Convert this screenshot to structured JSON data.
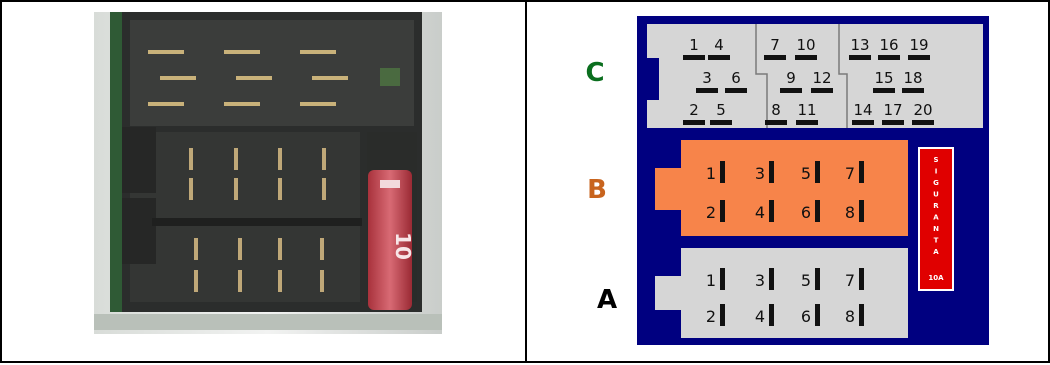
{
  "photo": {
    "fuse_label": "10"
  },
  "diagram": {
    "section_labels": {
      "c": "C",
      "b": "B",
      "a": "A"
    },
    "colors": {
      "housing": "#000080",
      "block_c": "#d6d6d6",
      "block_b": "#f7844a",
      "block_a": "#d6d6d6",
      "fuse_box": "#e00000",
      "label_c": "#0a6e1e",
      "label_b": "#c8641e",
      "label_a": "#000000"
    },
    "c_numbers": {
      "top": [
        "1",
        "4",
        "7",
        "10",
        "13",
        "16",
        "19"
      ],
      "mid": [
        "3",
        "6",
        "9",
        "12",
        "15",
        "18"
      ],
      "bottom": [
        "2",
        "5",
        "8",
        "11",
        "14",
        "17",
        "20"
      ]
    },
    "b_numbers": {
      "top": [
        "1",
        "3",
        "5",
        "7"
      ],
      "bottom": [
        "2",
        "4",
        "6",
        "8"
      ]
    },
    "a_numbers": {
      "top": [
        "1",
        "3",
        "5",
        "7"
      ],
      "bottom": [
        "2",
        "4",
        "6",
        "8"
      ]
    },
    "fuse": {
      "letters": [
        "S",
        "I",
        "G",
        "U",
        "R",
        "A",
        "N",
        "T",
        "A"
      ],
      "rating": "10A"
    }
  }
}
